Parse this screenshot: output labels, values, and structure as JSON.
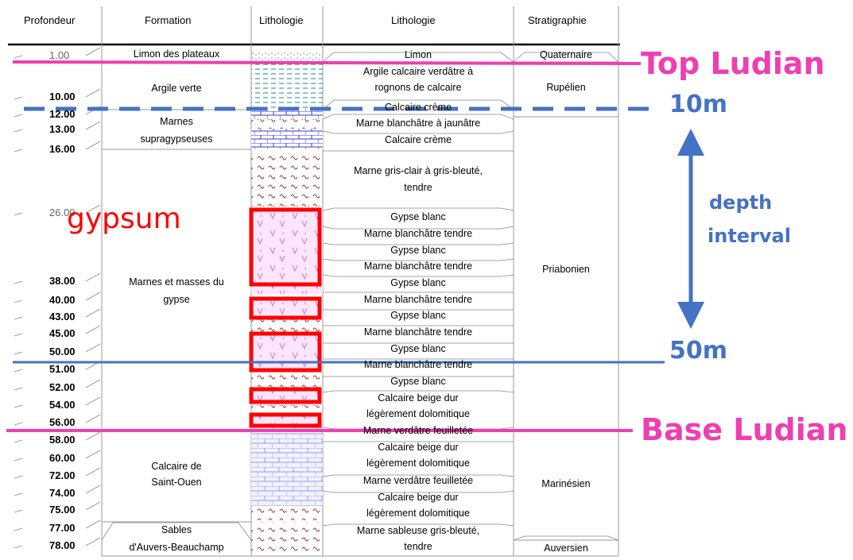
{
  "headers": {
    "profondeur": "Profondeur",
    "formation": "Formation",
    "lithologie_col": "Lithologie",
    "lithologie_desc": "Lithologie",
    "stratigraphie": "Stratigraphie"
  },
  "depths": [
    "1.00",
    "10.00",
    "12.00",
    "13.00",
    "16.00",
    "26.00",
    "38.00",
    "40.00",
    "43.00",
    "45.00",
    "50.00",
    "51.00",
    "52.00",
    "54.00",
    "56.00",
    "58.00",
    "60.00",
    "72.00",
    "74.00",
    "75.00",
    "77.00",
    "78.00"
  ],
  "formations": {
    "limon": "Limon des plateaux",
    "argile_verte": "Argile verte",
    "marnes_supra_1": "Marnes",
    "marnes_supra_2": "supragypseuses",
    "masses_1": "Marnes et masses du",
    "masses_2": "gypse",
    "st_ouen_1": "Calcaire de",
    "st_ouen_2": "Saint-Ouen",
    "sables_1": "Sables",
    "sables_2": "d'Auvers-Beauchamp"
  },
  "descriptions": [
    "Limon",
    "Argile calcaire verdâtre à",
    "rognons de calcaire",
    "Calcaire crème",
    "Marne blanchâtre à jaunâtre",
    "Calcaire crème",
    "Marne gris-clair à gris-bleuté,",
    "tendre",
    "Gypse blanc",
    "Marne blanchâtre tendre",
    "Gypse blanc",
    "Marne blanchâtre tendre",
    "Gypse blanc",
    "Marne blanchâtre tendre",
    "Gypse blanc",
    "Marne blanchâtre tendre",
    "Gypse blanc",
    "Marne blanchâtre tendre",
    "Gypse blanc",
    "Calcaire beige dur",
    "légèrement dolomitique",
    "Marne verdâtre feuilletée",
    "Calcaire beige dur",
    "légèrement dolomitique",
    "Marne verdâtre feuilletée",
    "Calcaire beige dur",
    "légèrement dolomitique",
    "Marne sableuse gris-bleuté,",
    "tendre"
  ],
  "stratigraphy": {
    "quaternaire": "Quaternaire",
    "rupelien": "Rupélien",
    "priabonien": "Priabonien",
    "marinesien": "Marinésien",
    "auversien": "Auversien"
  },
  "annotations": {
    "top_ludian": "Top Ludian",
    "ten_m": "10m",
    "gypsum": "gypsum",
    "depth_interval_1": "depth",
    "depth_interval_2": "interval",
    "fifty_m": "50m",
    "base_ludian": "Base Ludian"
  },
  "colors": {
    "magenta": "#ee3fb0",
    "blue": "#4472c4",
    "red": "#ff0000",
    "gypsum_fill": "#f3c8f3"
  }
}
